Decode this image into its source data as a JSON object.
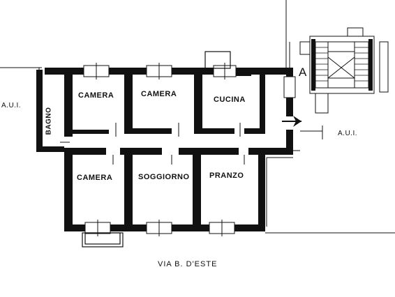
{
  "plan": {
    "rooms": {
      "camera_top_left": "CAMERA",
      "camera_top_mid": "CAMERA",
      "cucina": "CUCINA",
      "bagno": "BAGNO",
      "camera_bottom": "CAMERA",
      "soggiorno": "SOGGIORNO",
      "pranzo": "PRANZO"
    },
    "labels": {
      "aui_left": "A.U.I.",
      "aui_right": "A.U.I.",
      "stair_marker": "A",
      "street": "VIA  B. D'ESTE"
    }
  }
}
